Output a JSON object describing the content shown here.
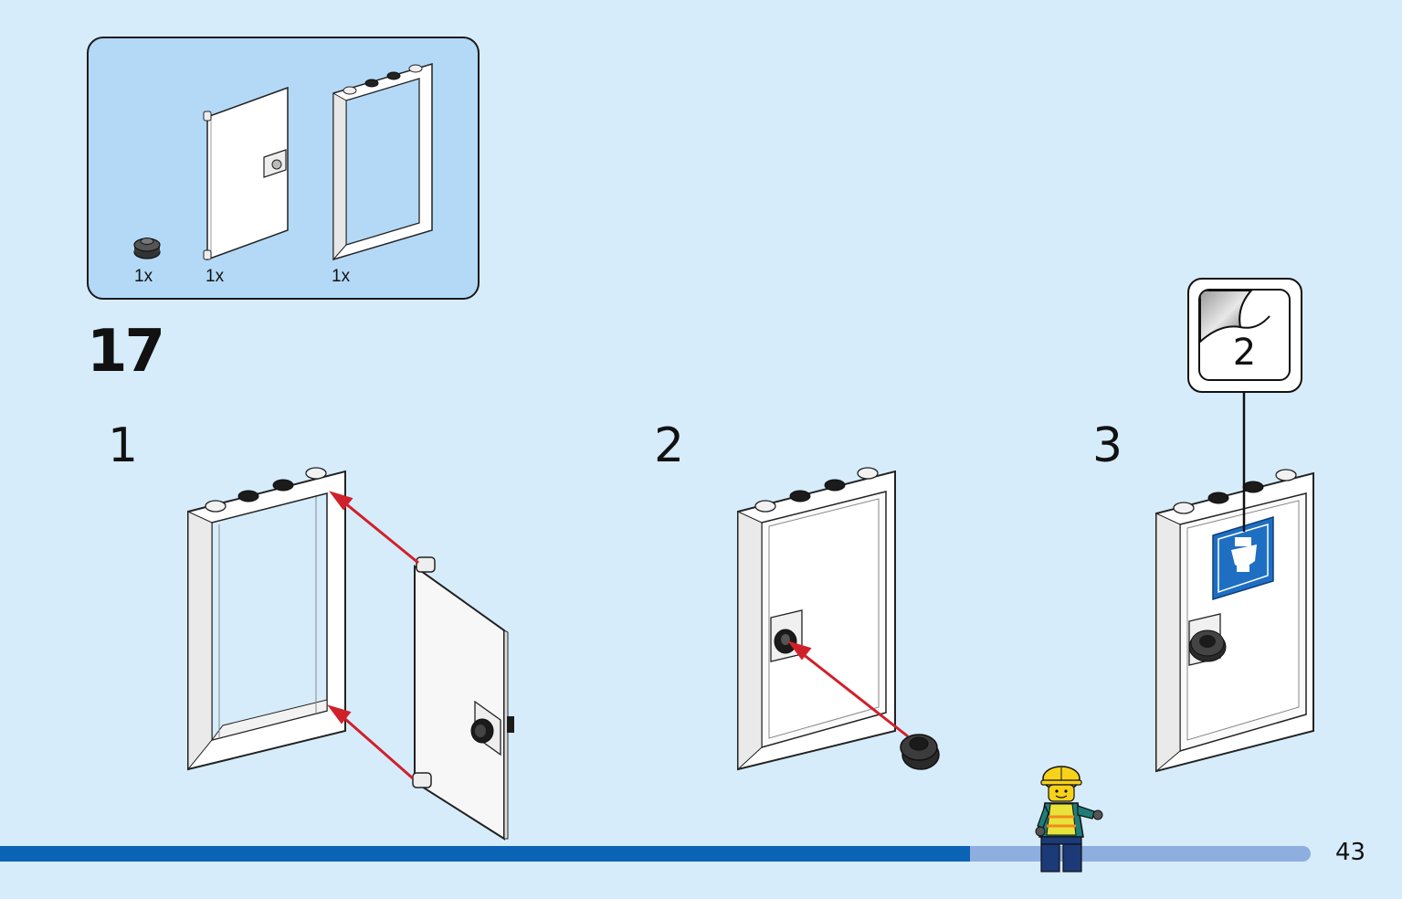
{
  "parts_list": {
    "items": [
      {
        "name": "round-plate-1x1",
        "quantity": "1x"
      },
      {
        "name": "door",
        "quantity": "1x"
      },
      {
        "name": "door-frame",
        "quantity": "1x"
      }
    ]
  },
  "step": {
    "number": "17",
    "substeps": [
      "1",
      "2",
      "3"
    ]
  },
  "sticker": {
    "number": "2"
  },
  "page": {
    "number": "43",
    "progress": 0.74
  },
  "colors": {
    "background": "#d6ecfb",
    "parts_box": "#b3d9f7",
    "arrow": "#d0202a",
    "progress_fill": "#0a63b5",
    "progress_track": "#8eaee0",
    "sign_blue": "#1e6fc2"
  },
  "icons": [
    "toilet-sign-icon",
    "minifigure-construction-worker",
    "arrow-icon"
  ]
}
